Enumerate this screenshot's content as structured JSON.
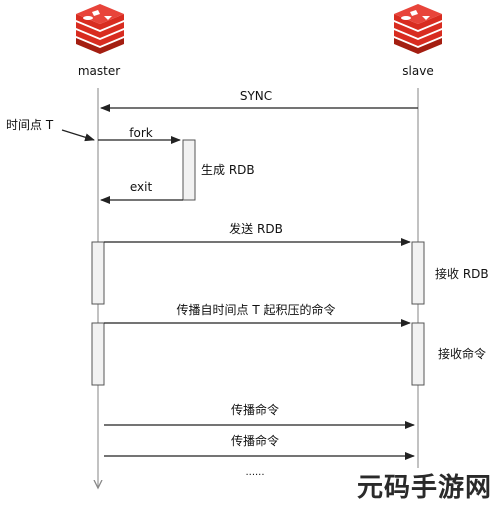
{
  "participants": {
    "master": {
      "label": "master",
      "icon": "redis-logo-icon"
    },
    "slave": {
      "label": "slave",
      "icon": "redis-logo-icon"
    }
  },
  "annotation": {
    "time_point": "时间点 T"
  },
  "messages": {
    "sync": "SYNC",
    "fork": "fork",
    "generate_rdb": "生成 RDB",
    "exit": "exit",
    "send_rdb": "发送 RDB",
    "receive_rdb": "接收 RDB",
    "propagate_backlog": "传播自时间点 T 起积压的命令",
    "receive_commands": "接收命令",
    "propagate_1": "传播命令",
    "propagate_2": "传播命令",
    "ellipsis": "......"
  },
  "watermark": "元码手游网",
  "colors": {
    "redis_red": "#c9302c",
    "line": "#333333",
    "activation_fill": "#f2f2f2"
  }
}
